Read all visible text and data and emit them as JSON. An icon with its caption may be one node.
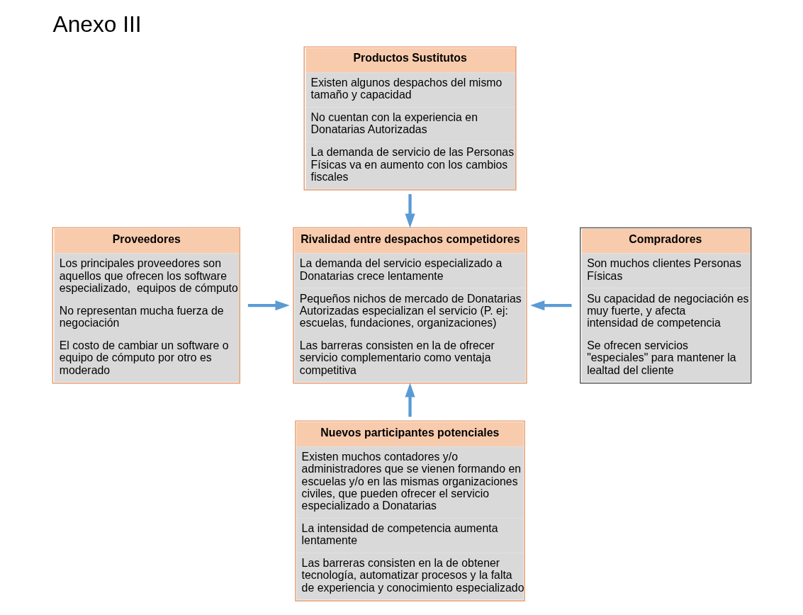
{
  "diagram": {
    "title": "Anexo III",
    "nodes": [
      {
        "text": [
          "Productos Sustitutos",
          "Existen algunos despachos del mismo tamaño y capacidad",
          "No cuentan con la experiencia en Donatarias Autorizadas",
          "La demanda de servicio de las Personas Físicas va en aumento con los cambios fiscales"
        ]
      },
      {
        "text": [
          "Proveedores",
          "Los principales proveedores son aquellos que ofrecen los software especializado,  equipos de cómputo",
          "No representan mucha fuerza de negociación",
          "El costo de cambiar un software o equipo de cómputo por otro es moderado"
        ]
      },
      {
        "text": [
          "Rivalidad entre despachos competidores",
          "La demanda del servicio especializado a Donatarias crece lentamente",
          "Pequeños nichos de mercado de Donatarias Autorizadas especializan el servicio (P. ej: escuelas, fundaciones, organizaciones)",
          "Las barreras consisten en la de ofrecer servicio complementario como ventaja competitiva"
        ]
      },
      {
        "text": [
          "Compradores",
          "Son muchos clientes Personas Físicas",
          "Su capacidad de negociación es muy fuerte, y afecta intensidad de competencia",
          "Se ofrecen servicios \"especiales\" para mantener la lealtad del cliente"
        ]
      },
      {
        "text": [
          "Nuevos participantes potenciales",
          "Existen muchos contadores y/o administradores que se vienen formando en escuelas y/o en las mismas organizaciones civiles, que pueden ofrecer el servicio especializado a Donatarias",
          "La intensidad de competencia aumenta lentamente",
          "Las barreras consisten en la de obtener tecnología, automatizar procesos y la falta de experiencia y conocimiento especializado"
        ]
      }
    ],
    "edges": [
      {
        "from": 0,
        "to": 2,
        "arrow": "to"
      },
      {
        "from": 1,
        "to": 2,
        "arrow": "to"
      },
      {
        "from": 3,
        "to": 2,
        "arrow": "to"
      },
      {
        "from": 4,
        "to": 2,
        "arrow": "to"
      }
    ]
  }
}
